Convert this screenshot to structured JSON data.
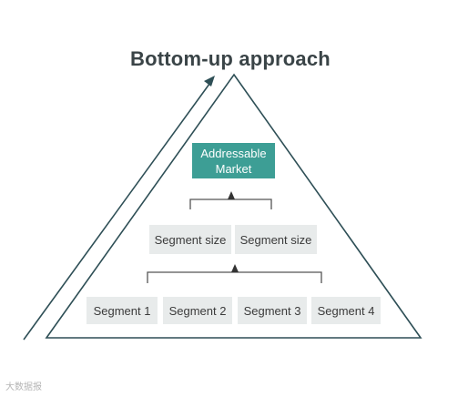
{
  "title": "Bottom-up approach",
  "addressable_market": "Addressable\nMarket",
  "segment_sizes": [
    "Segment size",
    "Segment size"
  ],
  "segments": [
    "Segment 1",
    "Segment 2",
    "Segment 3",
    "Segment 4"
  ],
  "watermark": "大数据报",
  "colors": {
    "title": "#3a4447",
    "teal_box": "#3d9e95",
    "grey_box": "#e8ebeb",
    "outline": "#2e4f56",
    "bracket": "#555555"
  },
  "icons": [
    "up-arrow-icon",
    "up-arrow-icon",
    "diagonal-arrow-icon"
  ]
}
